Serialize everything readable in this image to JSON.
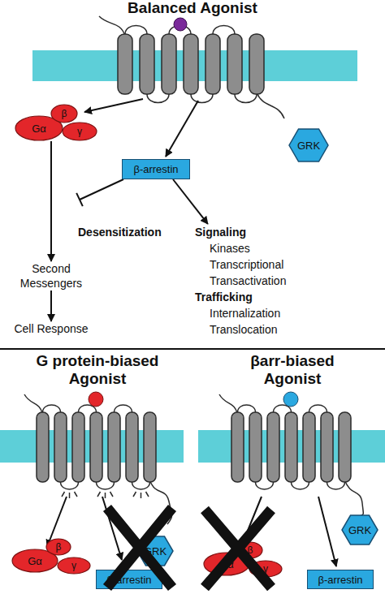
{
  "diagram": {
    "nodes": [
      {
        "text": [
          "Gα"
        ]
      },
      {
        "text": [
          "β"
        ]
      },
      {
        "text": [
          "γ"
        ]
      },
      {
        "text": [
          "GRK"
        ]
      },
      {
        "text": [
          "β-arrestin"
        ]
      },
      {
        "text": [
          "Signaling",
          "Kinases",
          "Transcriptional",
          "Transactivation",
          "Trafficking",
          "Internalization",
          "Translocation"
        ]
      },
      {
        "text": [
          "Second Messengers"
        ]
      },
      {
        "text": [
          "Cell Response"
        ]
      },
      {
        "text": [
          "Gα"
        ]
      },
      {
        "text": [
          "β"
        ]
      },
      {
        "text": [
          "γ"
        ]
      },
      {
        "text": [
          "GRK"
        ]
      },
      {
        "text": [
          "β-arrestin"
        ]
      },
      {
        "text": [
          "Gα"
        ]
      },
      {
        "text": [
          "β"
        ]
      },
      {
        "text": [
          "γ"
        ]
      },
      {
        "text": [
          "GRK"
        ]
      },
      {
        "text": [
          "β-arrestin"
        ]
      }
    ],
    "edges": [
      {
        "from": 4,
        "to": 5,
        "arrow": "to"
      },
      {
        "from": 0,
        "to": 6,
        "arrow": "to"
      },
      {
        "from": 6,
        "to": 7,
        "arrow": "to"
      }
    ],
    "labels": [
      "Balanced Agonist",
      "Desensitization",
      "G protein-biased Agonist",
      "βarr-biased Agonist"
    ]
  }
}
